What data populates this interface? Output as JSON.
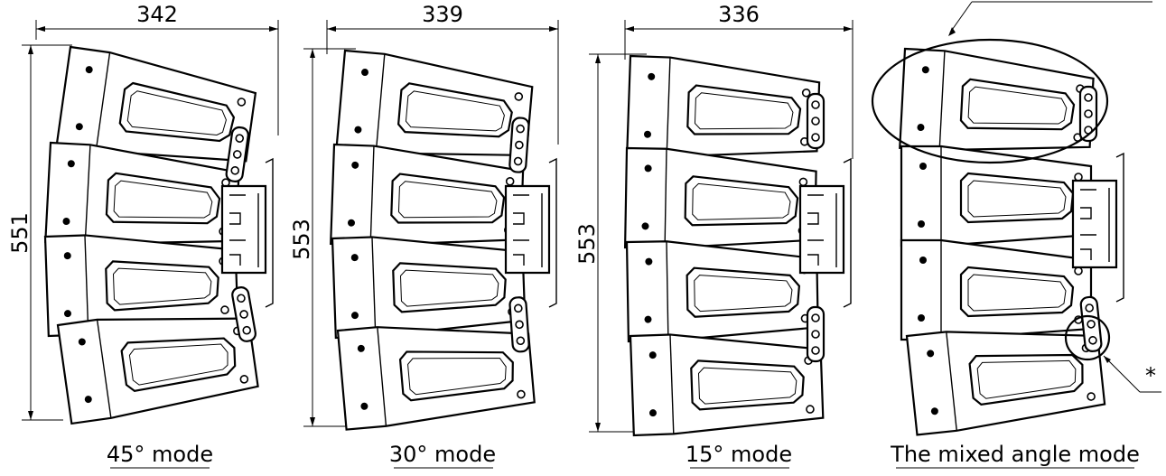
{
  "dimensions": {
    "mode45": {
      "width": "342",
      "height": "551"
    },
    "mode30": {
      "width": "339",
      "height": "553"
    },
    "mode15": {
      "width": "336",
      "height": "553"
    }
  },
  "captions": {
    "mode45": "45° mode",
    "mode30": "30° mode",
    "mode15": "15° mode",
    "mixed": "The mixed angle mode"
  },
  "callouts": {
    "detail_marker": "*"
  }
}
